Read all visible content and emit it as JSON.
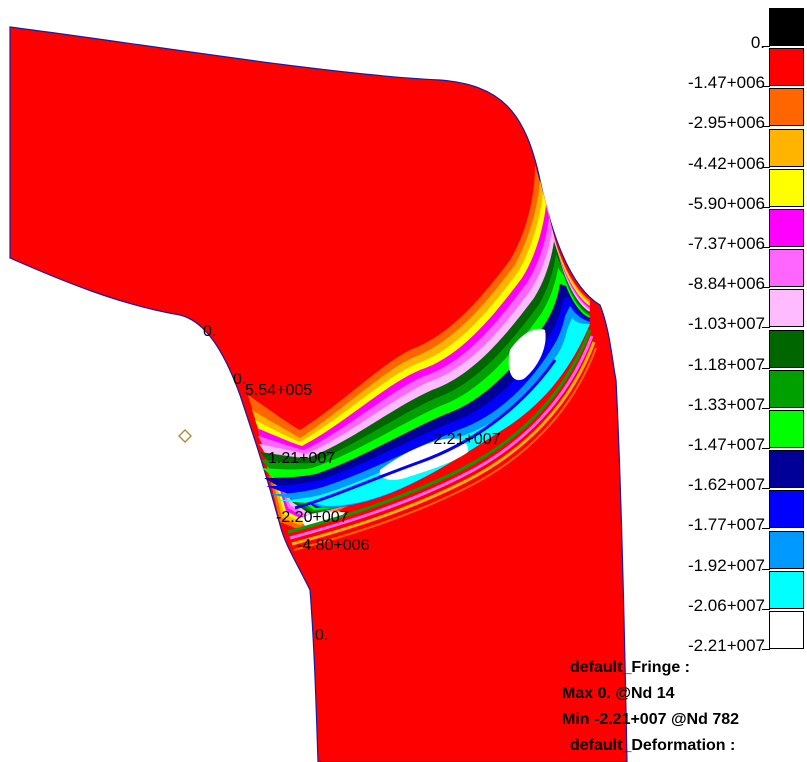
{
  "legend": {
    "labels": [
      "0.",
      "-1.47+006",
      "-2.95+006",
      "-4.42+006",
      "-5.90+006",
      "-7.37+006",
      "-8.84+006",
      "-1.03+007",
      "-1.18+007",
      "-1.33+007",
      "-1.47+007",
      "-1.62+007",
      "-1.77+007",
      "-1.92+007",
      "-2.06+007",
      "-2.21+007"
    ],
    "colors": [
      "#000000",
      "#ff0000",
      "#ff6600",
      "#ffb400",
      "#ffff00",
      "#ff00ff",
      "#ff66ff",
      "#ffbbff",
      "#006600",
      "#00a000",
      "#00ff00",
      "#000099",
      "#0000ff",
      "#0099ff",
      "#00ffff",
      "#ffffff"
    ]
  },
  "annotations": {
    "zero_upper": "0.",
    "zero_mid": "0.",
    "val_554": "5.54+005",
    "val_121": "1.21+007",
    "val_221": "-2.21+007",
    "val_220": "-2.20+007",
    "val_480": "-4.80+006",
    "zero_lower": "0."
  },
  "info": {
    "fringe_title": "default_Fringe :",
    "max_line": "Max 0. @Nd 14",
    "min_line": "Min -2.21+007 @Nd 782",
    "deformation_title": "default_Deformation :"
  },
  "colors": {
    "part_red": "#ff0000",
    "outline": "#1a1aa0",
    "marker": "#b08a3c"
  }
}
